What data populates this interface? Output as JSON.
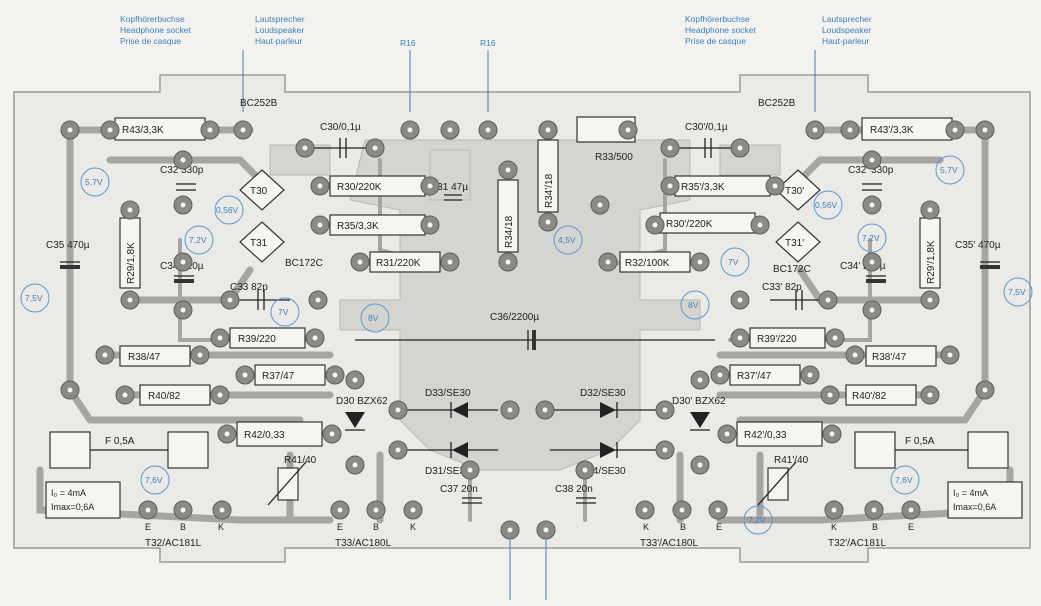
{
  "header": {
    "left_socket": [
      "Kopfhörerbuchse",
      "Headphone socket",
      "Prise de casque"
    ],
    "left_speaker": [
      "Lautsprecher",
      "Loudspeaker",
      "Haut-parleur"
    ],
    "right_socket": [
      "Kopfhörerbuchse",
      "Headphone socket",
      "Prise de casque"
    ],
    "right_speaker": [
      "Lautsprecher",
      "Loudspeaker",
      "Haut-parleur"
    ],
    "r16_left": "R16",
    "r16_right": "R16"
  },
  "components": {
    "r43_left": "R43/3,3K",
    "r43_right": "R43'/3,3K",
    "c30_left": "C30/0,1µ",
    "c30_right": "C30'/0,1µ",
    "c32_left": "C32 330p",
    "c32_right": "C32' 330p",
    "bc252b_left": "BC252B",
    "bc252b_right": "BC252B",
    "t30": "T30",
    "t30_right": "T30'",
    "t31": "T31",
    "t31_right": "T31'",
    "bc172c_left": "BC172C",
    "bc172c_right": "BC172C",
    "r30_left": "R30/220K",
    "r30_right": "R30'/220K",
    "r35_left": "R35/3,3K",
    "r35_right": "R35'/3,3K",
    "c31": "C31 47µ",
    "r34_left": "R34/18",
    "r34_right": "R34'/18",
    "r33": "R33/500",
    "r31_left": "R31/220K",
    "r32": "R32/100K",
    "c35_left": "C35 470µ",
    "c35_right": "C35' 470µ",
    "r29_left": "R29/1,8K",
    "r29_right": "R29'/1,8K",
    "c34_left": "C34 220µ",
    "c34_right": "C34' 220µ",
    "c33_left": "C33 82p",
    "c33_right": "C33' 82p",
    "r39_left": "R39/220",
    "r39_right": "R39'/220",
    "c36": "C36/2200µ",
    "r38_left": "R38/47",
    "r38_right": "R38'/47",
    "r37_left": "R37/47",
    "r37_right": "R37'/47",
    "r40_left": "R40/82",
    "r40_right": "R40'/82",
    "d30_left": "D30 BZX62",
    "d30_right": "D30' BZX62",
    "d33": "D33/SE30",
    "d32": "D32/SE30",
    "d31": "D31/SE30",
    "d34": "D34/SE30",
    "r42_left": "R42/0,33",
    "r42_right": "R42'/0,33",
    "r41_left": "R41/40",
    "r41_right": "R41'/40",
    "fuse_left": "F 0,5A",
    "fuse_right": "F 0,5A",
    "c37": "C37 20n",
    "c38": "C38 20n",
    "iq_left": [
      "I₀ = 4mA",
      "Imax=0,6A"
    ],
    "iq_right": [
      "I₀ = 4mA",
      "Imax=0,6A"
    ]
  },
  "transistors": {
    "t32": "T32/AC181L",
    "t33": "T33/AC180L",
    "t33_right": "T33'/AC180L",
    "t32_right": "T32'/AC181L",
    "pins_left1": [
      "E",
      "B",
      "K"
    ],
    "pins_left2": [
      "E",
      "B",
      "K"
    ],
    "pins_right1": [
      "K",
      "B",
      "E"
    ],
    "pins_right2": [
      "K",
      "B",
      "E"
    ]
  },
  "voltages": {
    "v_57_left": "5,7V",
    "v_056_left": "0,56V",
    "v_72_left": "7,2V",
    "v_75_left": "7,5V",
    "v_8_left": "8V",
    "v_7_left": "7V",
    "v_76_left": "7,6V",
    "v_45": "4,5V",
    "v_57_right": "5,7V",
    "v_056_right": "0,56V",
    "v_72_right": "7,2V",
    "v_75_right": "7,5V",
    "v_8_right": "8V",
    "v_7_right": "7V",
    "v_76_right": "7,6V",
    "v_72b_right": "7,2V"
  },
  "colors": {
    "annotation": "#3a7fc0",
    "copper": "#a7a5a2",
    "board": "#eceae6"
  }
}
